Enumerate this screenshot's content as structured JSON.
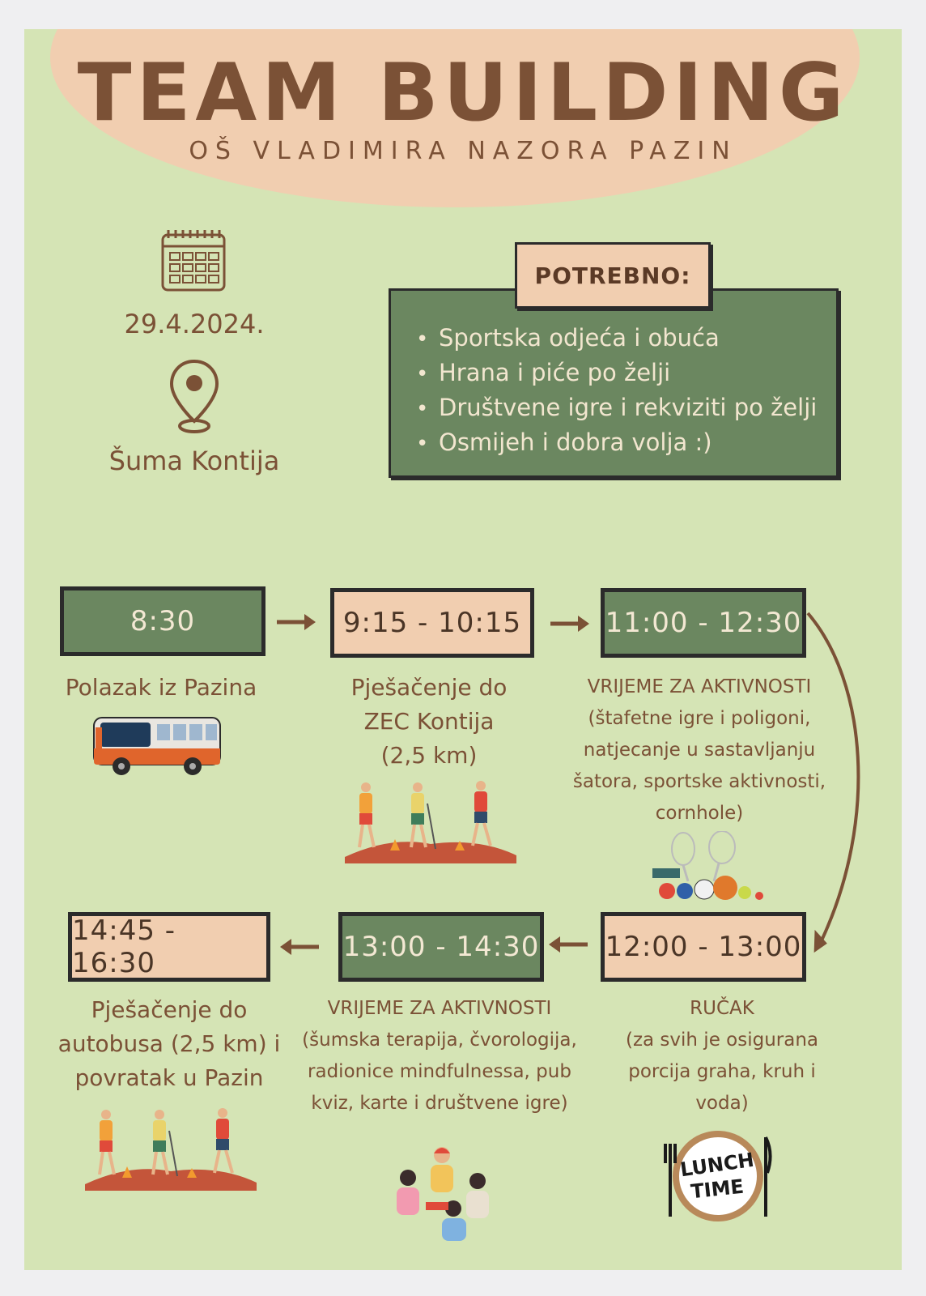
{
  "header": {
    "title": "TEAM BUILDING",
    "subtitle": "OŠ VLADIMIRA NAZORA  PAZIN"
  },
  "info": {
    "date": "29.4.2024.",
    "location": "Šuma Kontija",
    "icons": [
      "calendar-icon",
      "location-pin-icon"
    ]
  },
  "potrebno": {
    "label": "POTREBNO:",
    "items": [
      "Sportska odjeća i obuća",
      "Hrana i piće po želji",
      "Društvene igre i rekviziti po želji",
      "Osmijeh i dobra volja :)"
    ]
  },
  "schedule": [
    {
      "time": "8:30",
      "lines": [
        "Polazak iz Pazina"
      ]
    },
    {
      "time": "9:15 - 10:15",
      "lines": [
        "Pješačenje do",
        "ZEC Kontija",
        "(2,5 km)"
      ]
    },
    {
      "time": "11:00 - 12:30",
      "lines": [
        "VRIJEME ZA AKTIVNOSTI",
        "(štafetne igre i poligoni,",
        "natjecanje u sastavljanju",
        "šatora, sportske aktivnosti,",
        "cornhole)"
      ]
    },
    {
      "time": "12:00 - 13:00",
      "lines": [
        "RUČAK",
        "(za svih je osigurana",
        "porcija graha, kruh i",
        "voda)"
      ]
    },
    {
      "time": "13:00 - 14:30",
      "lines": [
        "VRIJEME ZA AKTIVNOSTI",
        "(šumska terapija, čvorologija,",
        "radionice mindfulnessa, pub",
        "kviz, karte i društvene igre)"
      ]
    },
    {
      "time": "14:45 - 16:30",
      "lines": [
        "Pješačenje do",
        "autobusa (2,5 km) i",
        "povratak u Pazin"
      ]
    }
  ],
  "lunch_badge": [
    "LUNCH",
    "TIME"
  ],
  "colors": {
    "background": "#d5e4b5",
    "brown": "#7b5136",
    "green": "#6b8760",
    "peach": "#f1ceb0"
  }
}
